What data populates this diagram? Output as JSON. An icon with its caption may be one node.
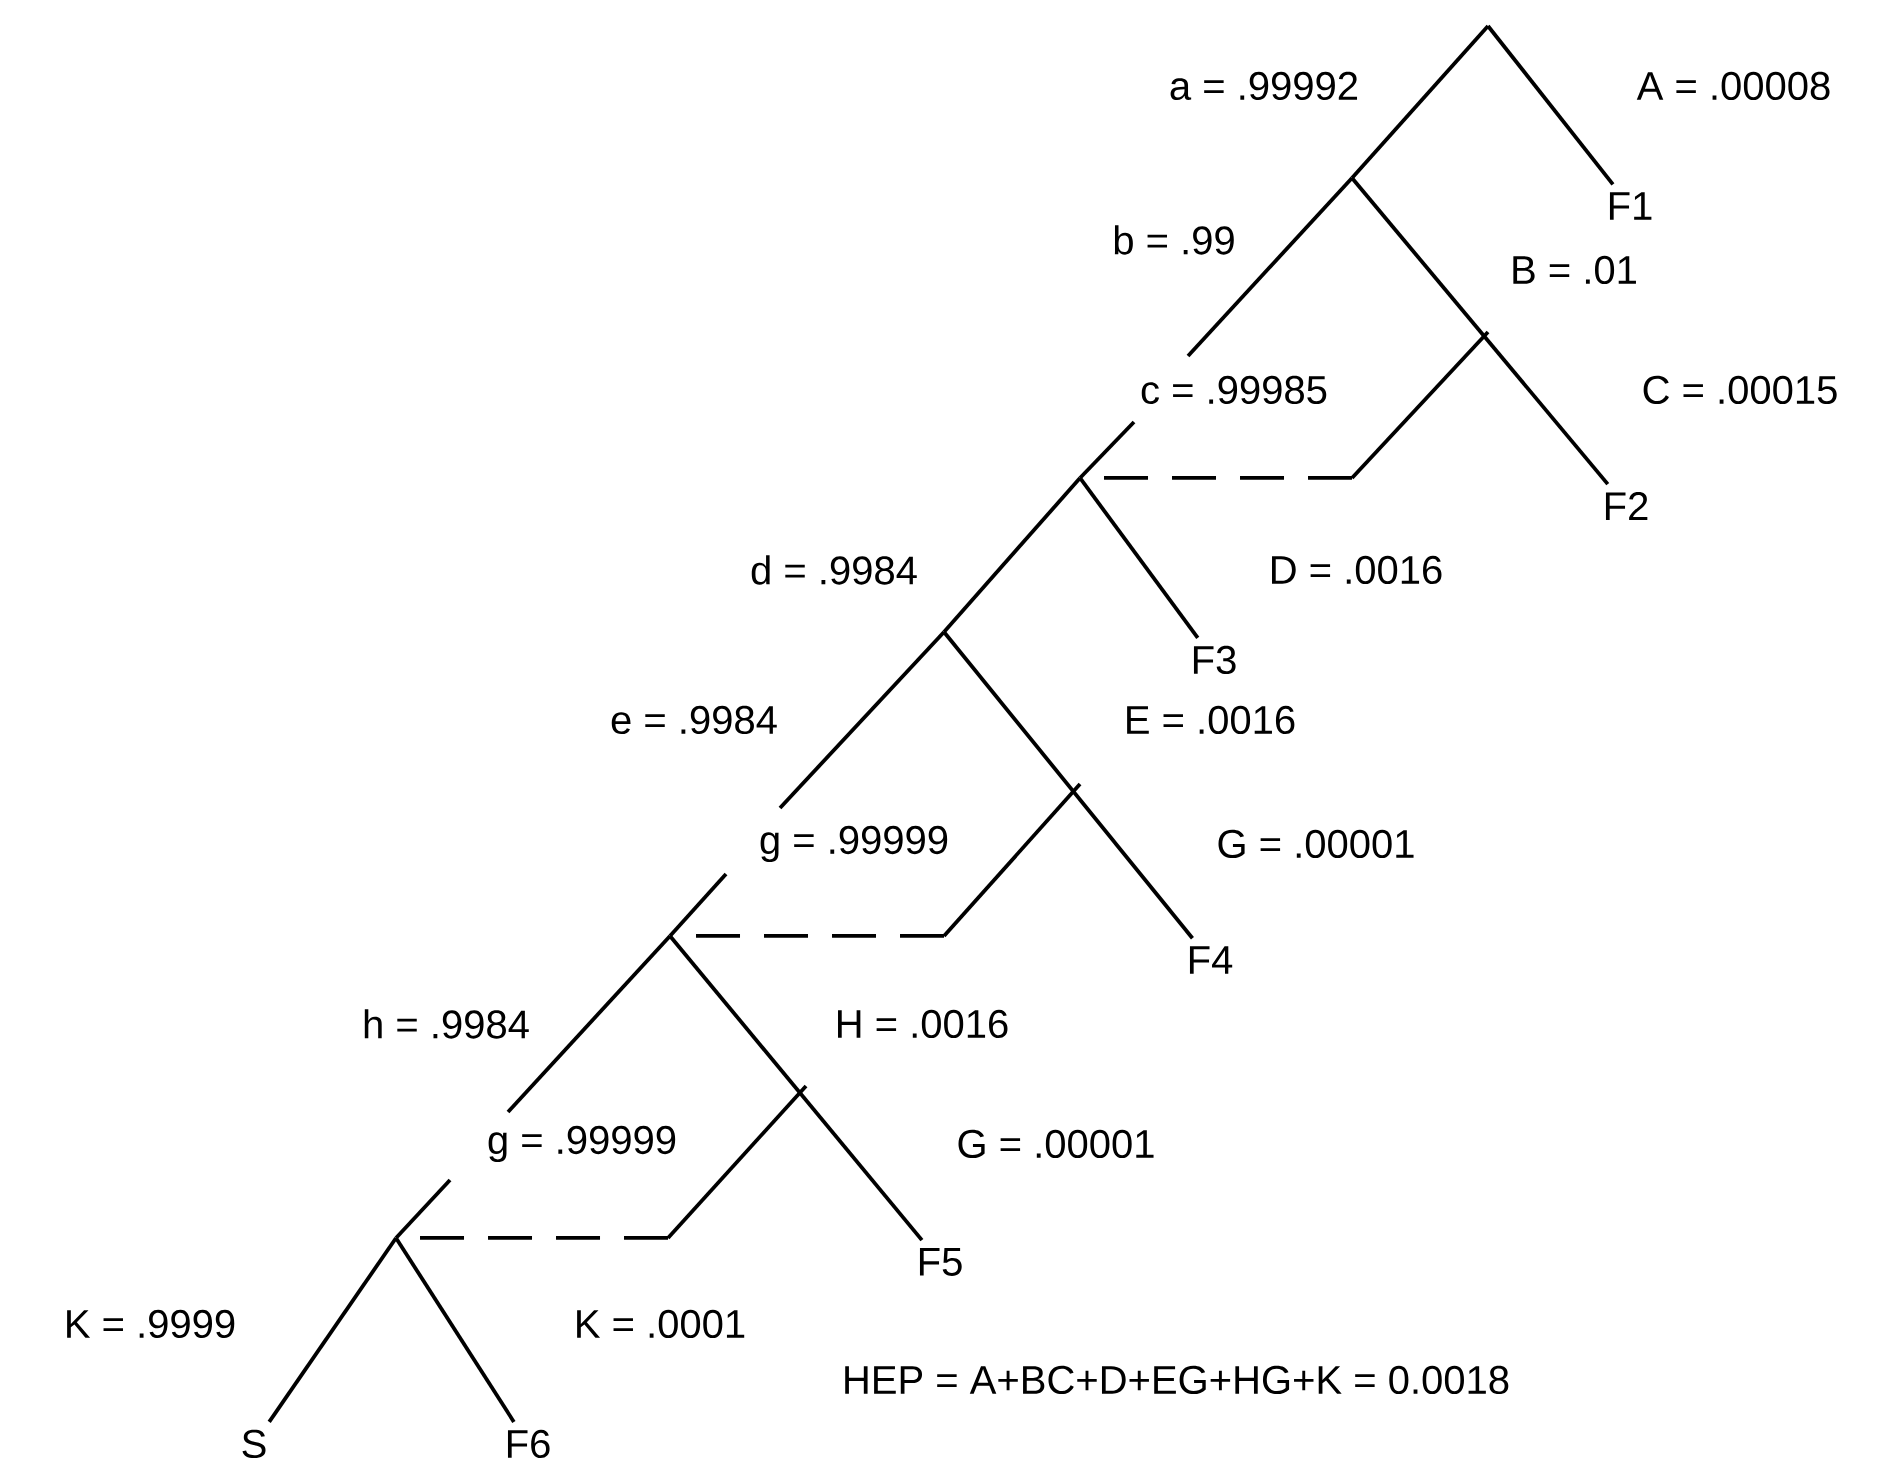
{
  "diagram": {
    "nodes": [
      {
        "text": [
          "F1"
        ]
      },
      {
        "text": [
          "F2"
        ]
      },
      {
        "text": [
          "F3"
        ]
      },
      {
        "text": [
          "F4"
        ]
      },
      {
        "text": [
          "F5"
        ]
      },
      {
        "text": [
          "S"
        ]
      },
      {
        "text": [
          "F6"
        ]
      }
    ],
    "edges": [
      {
        "from": null,
        "to": 0,
        "arrow": "none"
      },
      {
        "from": null,
        "to": 1,
        "arrow": "none"
      },
      {
        "from": null,
        "to": 2,
        "arrow": "none"
      },
      {
        "from": null,
        "to": 3,
        "arrow": "none"
      },
      {
        "from": null,
        "to": 4,
        "arrow": "none"
      },
      {
        "from": null,
        "to": 5,
        "arrow": "none"
      },
      {
        "from": null,
        "to": 6,
        "arrow": "none"
      }
    ],
    "labels": [
      "a = .99992",
      "A = .00008",
      "b = .99",
      "B = .01",
      "c = .99985",
      "C = .00015",
      "d = .9984",
      "D = .0016",
      "e = .9984",
      "E = .0016",
      "g = .99999",
      "G = .00001",
      "h = .9984",
      "H = .0016",
      "g = .99999",
      "G = .00001",
      "K = .9999",
      "K = .0001",
      "HEP = A+BC+D+EG+HG+K = 0.0018"
    ]
  }
}
